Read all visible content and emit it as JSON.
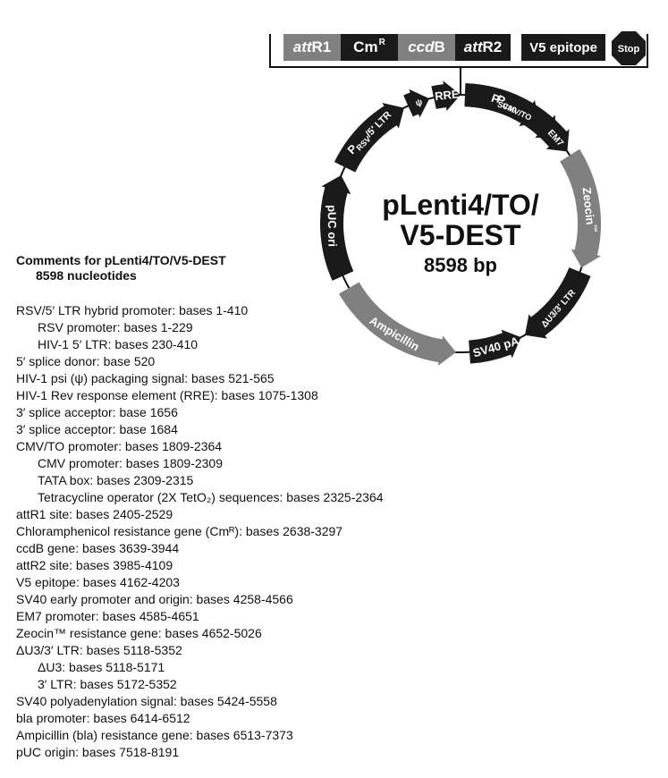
{
  "cassette": {
    "segments": [
      {
        "id": "attr1",
        "pre": "att",
        "main": "R1",
        "sup": "",
        "style": "gray"
      },
      {
        "id": "cmr",
        "pre": "",
        "main": "Cm",
        "sup": "R",
        "style": "black"
      },
      {
        "id": "ccdb",
        "pre": "ccd",
        "main": "B",
        "sup": "",
        "style": "gray"
      },
      {
        "id": "attr2",
        "pre": "att",
        "main": "R2",
        "sup": "",
        "style": "black"
      }
    ],
    "v5_label": "V5 epitope",
    "stop_label": "Stop"
  },
  "map": {
    "name_line1": "pLenti4/TO/",
    "name_line2": "V5-DEST",
    "size": "8598 bp",
    "features": [
      {
        "id": "psv40",
        "label": "P",
        "sub": "SV40",
        "color": "#1a1a1a"
      },
      {
        "id": "em7",
        "label": "EM7",
        "sub": "",
        "color": "#1a1a1a"
      },
      {
        "id": "zeocin",
        "label": "Zeocin",
        "sub": "™",
        "color": "#808080"
      },
      {
        "id": "u3ltr",
        "label": "ΔU3/3′ LTR",
        "sub": "",
        "color": "#1a1a1a"
      },
      {
        "id": "sv40pa",
        "label": "SV40 pA",
        "sub": "",
        "color": "#1a1a1a"
      },
      {
        "id": "ampicillin",
        "label": "Ampicillin",
        "sub": "",
        "color": "#808080"
      },
      {
        "id": "puc",
        "label": "pUC ori",
        "sub": "",
        "color": "#1a1a1a"
      },
      {
        "id": "prsv",
        "label": "P",
        "sub": "RSV",
        "extra": "/5′ LTR",
        "color": "#1a1a1a"
      },
      {
        "id": "psi",
        "label": "ψ",
        "sub": "",
        "color": "#1a1a1a"
      },
      {
        "id": "rre",
        "label": "RRE",
        "sub": "",
        "color": "#1a1a1a"
      },
      {
        "id": "pcmv",
        "label": "P",
        "sub": "CMV/TO",
        "color": "#1a1a1a"
      }
    ]
  },
  "comments": {
    "title": "Comments for pLenti4/TO/V5-DEST",
    "nucleotides": "8598 nucleotides",
    "items": [
      {
        "text": "RSV/5′ LTR hybrid promoter: bases 1-410",
        "indent": false
      },
      {
        "text": "RSV promoter: bases 1-229",
        "indent": true
      },
      {
        "text": "HIV-1 5′ LTR: bases 230-410",
        "indent": true
      },
      {
        "text": "5′ splice donor: base 520",
        "indent": false
      },
      {
        "text": "HIV-1 psi (ψ) packaging signal: bases 521-565",
        "indent": false
      },
      {
        "text": "HIV-1 Rev response element (RRE): bases 1075-1308",
        "indent": false
      },
      {
        "text": "3′ splice acceptor: base 1656",
        "indent": false
      },
      {
        "text": "3′ splice acceptor: base 1684",
        "indent": false
      },
      {
        "text": "CMV/TO promoter: bases 1809-2364",
        "indent": false
      },
      {
        "text": "CMV promoter: bases 1809-2309",
        "indent": true
      },
      {
        "text": "TATA box: bases 2309-2315",
        "indent": true
      },
      {
        "text": "Tetracycline operator (2X TetO₂) sequences: bases 2325-2364",
        "indent": true
      },
      {
        "text": "attR1 site: bases 2405-2529",
        "indent": false
      },
      {
        "text": "Chloramphenicol resistance gene (Cmᴿ): bases 2638-3297",
        "indent": false
      },
      {
        "text": "ccdB gene: bases 3639-3944",
        "indent": false
      },
      {
        "text": "attR2 site: bases 3985-4109",
        "indent": false
      },
      {
        "text": "V5 epitope: bases 4162-4203",
        "indent": false
      },
      {
        "text": "SV40 early promoter and origin: bases 4258-4566",
        "indent": false
      },
      {
        "text": "EM7 promoter: bases 4585-4651",
        "indent": false
      },
      {
        "text": "Zeocin™ resistance gene: bases 4652-5026",
        "indent": false
      },
      {
        "text": "ΔU3/3′ LTR: bases 5118-5352",
        "indent": false
      },
      {
        "text": "ΔU3: bases 5118-5171",
        "indent": true
      },
      {
        "text": "3′ LTR: bases 5172-5352",
        "indent": true
      },
      {
        "text": "SV40 polyadenylation signal: bases 5424-5558",
        "indent": false
      },
      {
        "text": "bla promoter: bases 6414-6512",
        "indent": false
      },
      {
        "text": "Ampicillin (bla) resistance gene: bases 6513-7373",
        "indent": false
      },
      {
        "text": "pUC origin: bases 7518-8191",
        "indent": false
      }
    ]
  }
}
